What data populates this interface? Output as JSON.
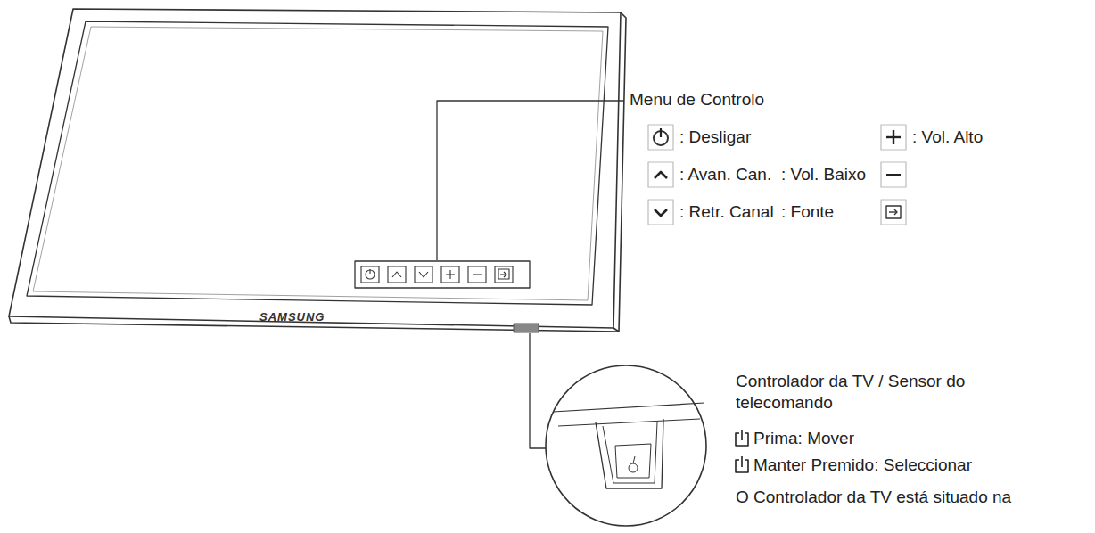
{
  "diagram": {
    "labels": [
      "Menu de Controlo",
      ": Desligar",
      ": Vol. Alto",
      ": Avan. Can.",
      ": Vol. Baixo",
      ": Retr. Canal",
      ": Fonte",
      "SAMSUNG",
      "Controlador da TV / Sensor do telecomando",
      "Prima: Mover",
      "Manter Premido: Seleccionar",
      "O Controlador da TV está situado na"
    ]
  }
}
